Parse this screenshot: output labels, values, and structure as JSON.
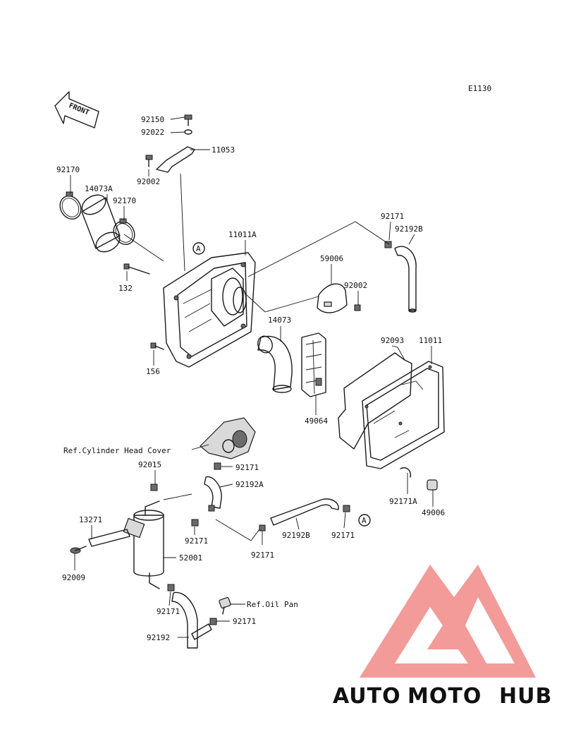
{
  "diagram_code": "E1130",
  "front_label": "FRONT",
  "callout_marker": "A",
  "references": {
    "cylinder_head_cover": "Ref.Cylinder Head Cover",
    "oil_pan": "Ref.Oil Pan"
  },
  "part_labels": [
    "92150",
    "92022",
    "11053",
    "92002",
    "92170",
    "14073A",
    "92170",
    "11011A",
    "132",
    "156",
    "14073",
    "59006",
    "92002",
    "92171",
    "92192B",
    "92093",
    "11011",
    "49064",
    "92171A",
    "49006",
    "92015",
    "92171",
    "92192A",
    "13271",
    "92171",
    "92171",
    "52001",
    "92192B",
    "92171",
    "92009",
    "92171",
    "92171",
    "92192"
  ],
  "watermark": {
    "word_part1": "AUTO",
    "word_part2": "MOTO",
    "word_part3": "HUB",
    "color_part1": "#f5c28c",
    "color_part2": "#f08a86",
    "color_part3": "#6f6f6f",
    "mark_color": "#f08a86"
  }
}
